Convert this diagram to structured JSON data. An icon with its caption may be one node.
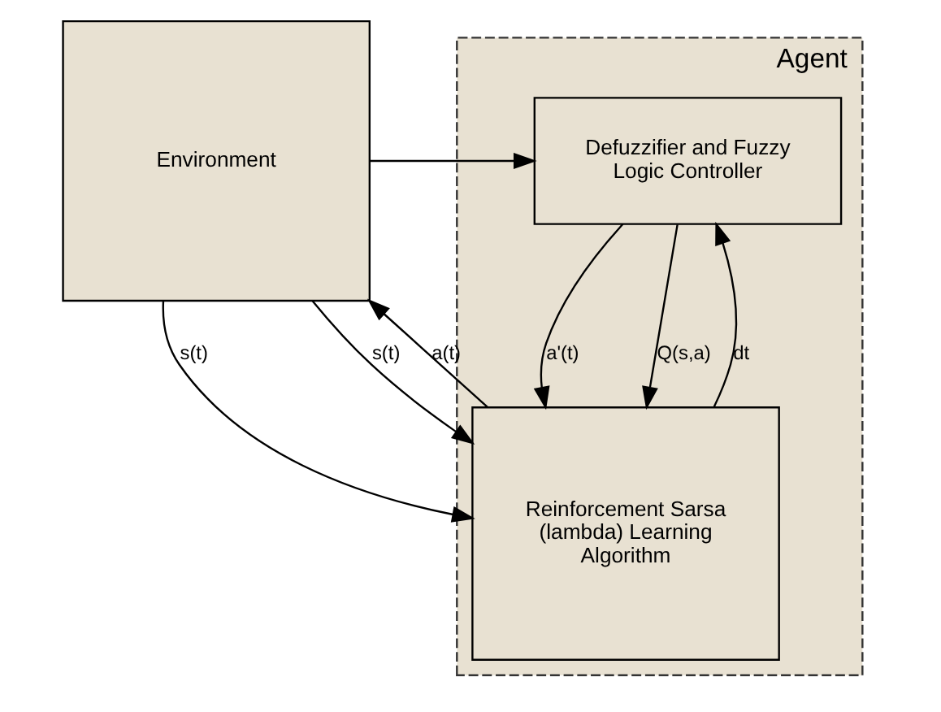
{
  "diagram": {
    "nodes": [
      {
        "text": [
          "Agent"
        ]
      },
      {
        "text": [
          "Defuzzifier and Fuzzy Logic Controller"
        ],
        "in": 0
      },
      {
        "text": [
          "Reinforcement Sarsa (lambda) Learning Algorithm"
        ],
        "in": 0
      },
      {
        "text": [
          "Environment"
        ]
      }
    ],
    "edges": [
      {
        "from": 3,
        "to": 2,
        "arrow": "to",
        "label": "s(t)"
      },
      {
        "from": 3,
        "to": 1,
        "arrow": "to"
      },
      {
        "from": 1,
        "to": 2,
        "arrow": "to",
        "label": "a'(t)"
      },
      {
        "from": 1,
        "to": 2,
        "arrow": "to",
        "label": "Q(s,a)"
      },
      {
        "from": 2,
        "to": 1,
        "arrow": "to",
        "label": "dt"
      },
      {
        "from": 2,
        "to": 3,
        "arrow": "to",
        "label": "a(t)"
      },
      {
        "from": 3,
        "to": 2,
        "arrow": "to",
        "label": "s(t)"
      }
    ]
  }
}
